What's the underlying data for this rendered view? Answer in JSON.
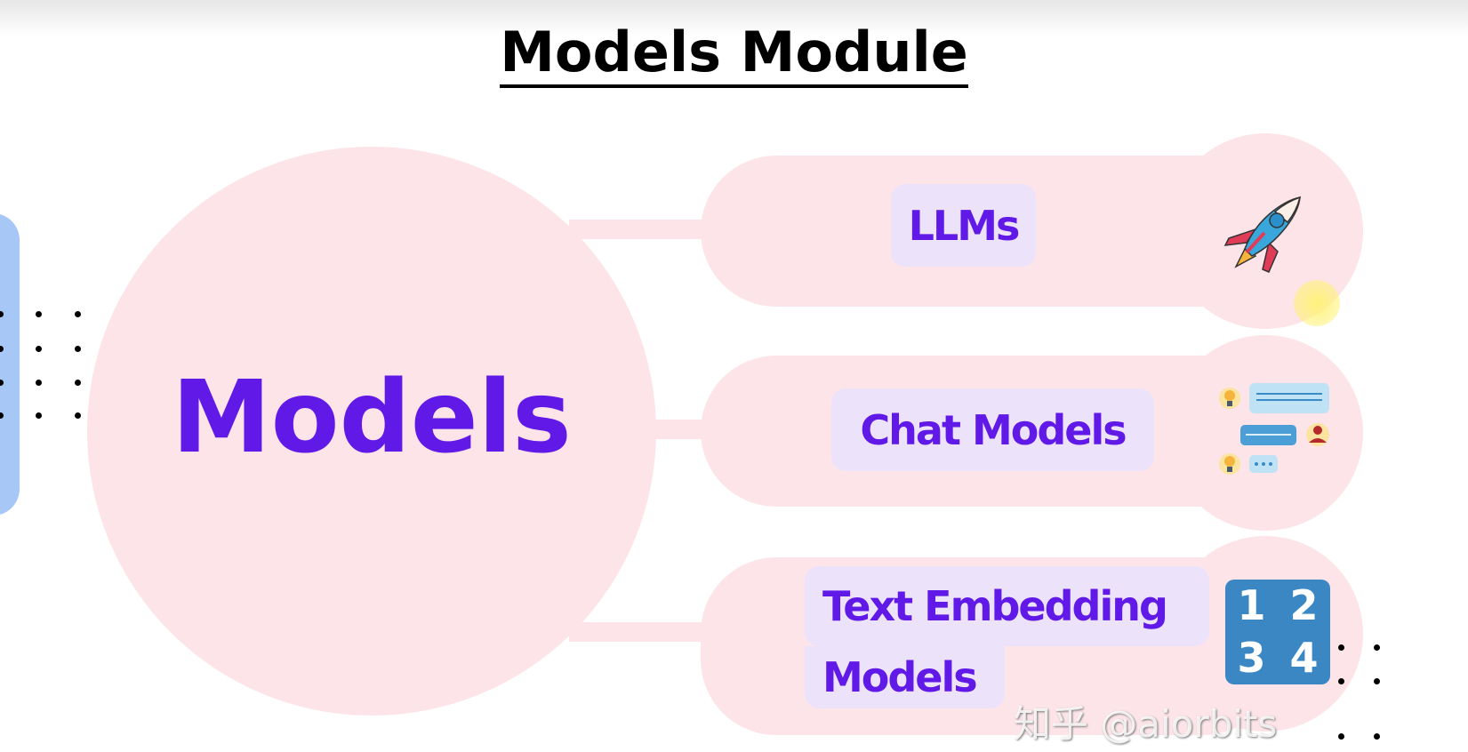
{
  "title": "Models Module",
  "center": {
    "label": "Models"
  },
  "branches": [
    {
      "label": "LLMs",
      "icon": "rocket-icon"
    },
    {
      "label": "Chat Models",
      "icon": "chat-bubbles-icon"
    },
    {
      "label_line1": "Text Embedding",
      "label_line2": "Models",
      "icon": "number-grid-icon",
      "icon_digits": [
        "1",
        "2",
        "3",
        "4"
      ]
    }
  ],
  "watermark": "知乎 @aiorbits",
  "colors": {
    "accent": "#6019e6",
    "pink": "#fde4e8",
    "label_bg": "#ece3fb",
    "blue": "#a7c7f7"
  }
}
